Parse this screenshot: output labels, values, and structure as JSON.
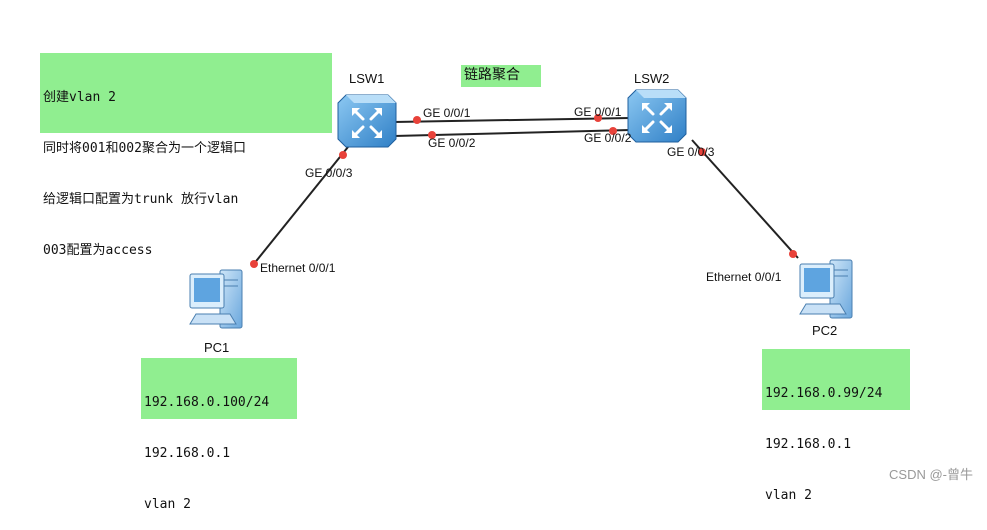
{
  "notes": {
    "config": [
      "创建vlan 2",
      "同时将001和002聚合为一个逻辑口",
      "给逻辑口配置为trunk 放行vlan",
      "003配置为access"
    ],
    "pc1": [
      "192.168.0.100/24",
      "192.168.0.1",
      "vlan 2"
    ],
    "pc2": [
      "192.168.0.99/24",
      "192.168.0.1",
      "vlan 2"
    ],
    "aggregation": "链路聚合"
  },
  "devices": {
    "lsw1": "LSW1",
    "lsw2": "LSW2",
    "pc1": "PC1",
    "pc2": "PC2"
  },
  "ports": {
    "lsw1_ge1": "GE 0/0/1",
    "lsw1_ge2": "GE 0/0/2",
    "lsw1_ge3": "GE 0/0/3",
    "lsw2_ge1": "GE 0/0/1",
    "lsw2_ge2": "GE 0/0/2",
    "lsw2_ge3": "GE 0/0/3",
    "pc1_eth": "Ethernet 0/0/1",
    "pc2_eth": "Ethernet 0/0/1"
  },
  "colors": {
    "note_bg": "#90ee90",
    "port_dot": "#e8423a",
    "switch_blue": "#3a8fd6",
    "link": "#222222"
  },
  "watermark": "CSDN @-曾牛"
}
